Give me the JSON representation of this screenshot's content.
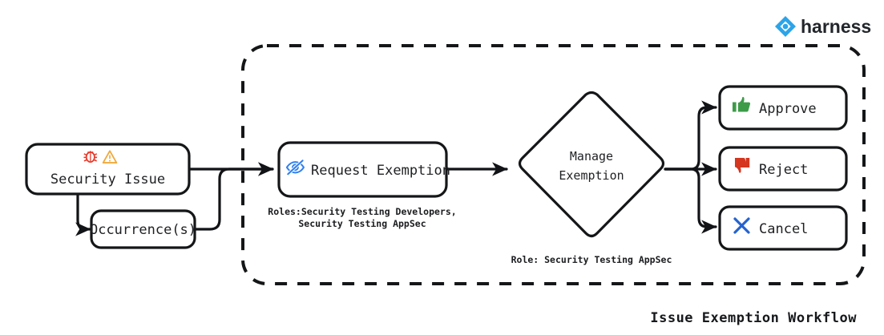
{
  "brand": {
    "name": "harness",
    "logo_icon": "harness-diamond-icon",
    "logo_color": "#2ca4e8"
  },
  "title": "Issue Exemption Workflow",
  "group": {
    "name": "exemption-workflow-group",
    "style": "dashed-rounded-border"
  },
  "nodes": [
    {
      "id": "security-issue",
      "label": "Security Issue",
      "fill": "#fdf0ed",
      "icons": [
        {
          "name": "bug-icon",
          "color": "#e8392a"
        },
        {
          "name": "warning-triangle-icon",
          "color": "#f0a93c"
        }
      ]
    },
    {
      "id": "occurrences",
      "label": "Occurrence(s)",
      "fill": "#fbeed5",
      "icons": []
    },
    {
      "id": "request-exemption",
      "label": "Request Exemption",
      "fill": "#dbeefb",
      "icons": [
        {
          "name": "eye-off-icon",
          "color": "#2f7ff0"
        }
      ],
      "caption_line1": "Roles:Security Testing Developers,",
      "caption_line2": "Security Testing AppSec"
    },
    {
      "id": "manage-exemption",
      "label_line1": "Manage",
      "label_line2": "Exemption",
      "fill": "#e8e4f9",
      "shape": "diamond",
      "caption": "Role: Security Testing AppSec"
    },
    {
      "id": "approve",
      "label": "Approve",
      "fill": "#ffffff",
      "icons": [
        {
          "name": "thumbs-up-icon",
          "color": "#3d9b48"
        }
      ]
    },
    {
      "id": "reject",
      "label": "Reject",
      "fill": "#ffffff",
      "icons": [
        {
          "name": "thumbs-down-icon",
          "color": "#d4361f"
        }
      ]
    },
    {
      "id": "cancel",
      "label": "Cancel",
      "fill": "#ffffff",
      "icons": [
        {
          "name": "x-mark-icon",
          "color": "#2563cf"
        }
      ]
    }
  ],
  "edges": [
    {
      "from": "security-issue",
      "to": "request-exemption"
    },
    {
      "from": "security-issue",
      "to": "occurrences"
    },
    {
      "from": "occurrences",
      "to": "request-exemption"
    },
    {
      "from": "request-exemption",
      "to": "manage-exemption"
    },
    {
      "from": "manage-exemption",
      "to": "approve"
    },
    {
      "from": "manage-exemption",
      "to": "reject"
    },
    {
      "from": "manage-exemption",
      "to": "cancel"
    }
  ]
}
